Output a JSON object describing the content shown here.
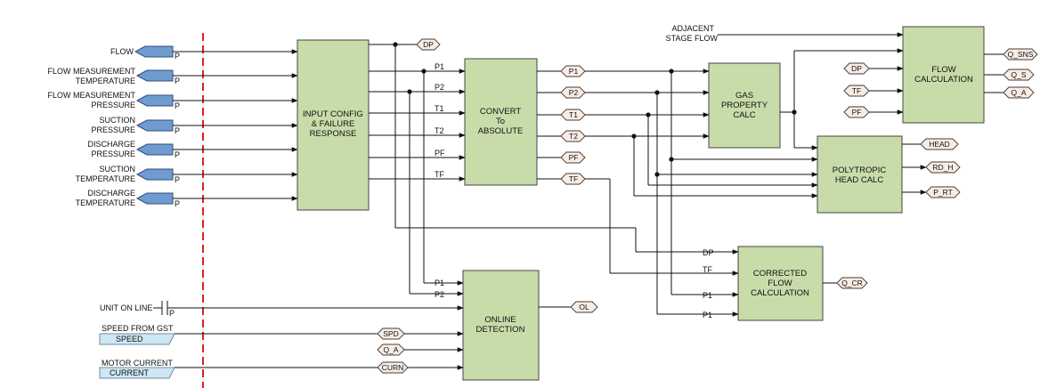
{
  "blocks": {
    "input_config": [
      "INPUT CONFIG",
      "& FAILURE",
      "RESPONSE"
    ],
    "convert": [
      "CONVERT",
      "To",
      "ABSOLUTE"
    ],
    "gas_property": [
      "GAS",
      "PROPERTY",
      "CALC"
    ],
    "flow_calc": [
      "FLOW",
      "CALCULATION"
    ],
    "polytropic": [
      "POLYTROPIC",
      "HEAD CALC"
    ],
    "corrected_flow": [
      "CORRECTED",
      "FLOW",
      "CALCULATION"
    ],
    "online_detection": [
      "ONLINE",
      "DETECTION"
    ]
  },
  "inputs": [
    {
      "label": [
        "FLOW"
      ],
      "pin": "P"
    },
    {
      "label": [
        "FLOW MEASUREMENT",
        "TEMPERATURE"
      ],
      "pin": "P"
    },
    {
      "label": [
        "FLOW MEASUREMENT",
        "PRESSURE"
      ],
      "pin": "P"
    },
    {
      "label": [
        "SUCTION",
        "PRESSURE"
      ],
      "pin": "P"
    },
    {
      "label": [
        "DISCHARGE",
        "PRESSURE"
      ],
      "pin": "P"
    },
    {
      "label": [
        "SUCTION",
        "TEMPERATURE"
      ],
      "pin": "P"
    },
    {
      "label": [
        "DISCHARGE",
        "TEMPERATURE"
      ],
      "pin": "P"
    }
  ],
  "adjacent_stage_flow": [
    "ADJACENT",
    "STAGE FLOW"
  ],
  "unit_on_line": {
    "label": "UNIT ON LINE",
    "pin": "P"
  },
  "speed_input": {
    "caption": "SPEED FROM GST",
    "tag": "SPEED"
  },
  "current_input": {
    "caption": "MOTOR CURRENT",
    "tag": "CURRENT"
  },
  "input_config_outputs": [
    "P1",
    "P2",
    "T1",
    "T2",
    "PF",
    "TF"
  ],
  "convert_outputs": [
    "P1",
    "P2",
    "T1",
    "T2",
    "PF",
    "TF"
  ],
  "connectors": {
    "dp_out": "DP",
    "flow_in_dp": "DP",
    "flow_in_tf": "TF",
    "flow_in_pf": "PF",
    "q_sns": "Q_SNS",
    "q_s": "Q_S",
    "q_a": "Q_A",
    "head": "HEAD",
    "rd_h": "RD_H",
    "p_rt": "P_RT",
    "q_cr": "Q_CR",
    "ol": "OL",
    "spd": "SPD",
    "q_a_in": "Q_A",
    "curn": "CURN"
  },
  "corrected_inputs": [
    "DP",
    "TF",
    "P1",
    "P1"
  ],
  "online_inputs": [
    "P1",
    "P2"
  ],
  "colors": {
    "block_fill": "#c8dcaa",
    "input_tag": "#6f9bd1",
    "light_tag": "#cfe6f3",
    "connector_fill": "#f7ede6",
    "divider": "#e0201c"
  }
}
